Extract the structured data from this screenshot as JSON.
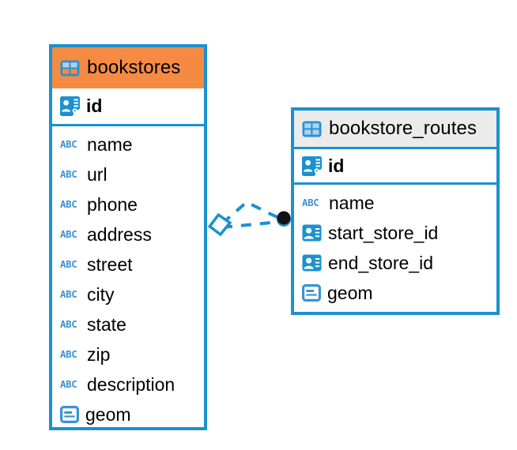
{
  "diagram": {
    "type": "entity-relationship-diagram",
    "background": "#ffffff",
    "accent_color": "#1b91d0",
    "header_highlight_color": "#f58b42",
    "header_plain_color": "#ebebeb",
    "connector_color": "#1b91d0"
  },
  "entities": [
    {
      "name": "bookstores",
      "header_style": "orange",
      "icon": "table-icon",
      "primary_key": {
        "label": "id",
        "icon": "primary-key-icon"
      },
      "fields": [
        {
          "label": "name",
          "icon": "abc-icon"
        },
        {
          "label": "url",
          "icon": "abc-icon"
        },
        {
          "label": "phone",
          "icon": "abc-icon"
        },
        {
          "label": "address",
          "icon": "abc-icon"
        },
        {
          "label": "street",
          "icon": "abc-icon"
        },
        {
          "label": "city",
          "icon": "abc-icon"
        },
        {
          "label": "state",
          "icon": "abc-icon"
        },
        {
          "label": "zip",
          "icon": "abc-icon"
        },
        {
          "label": "description",
          "icon": "abc-icon"
        },
        {
          "label": "geom",
          "icon": "geometry-icon"
        }
      ]
    },
    {
      "name": "bookstore_routes",
      "header_style": "grey",
      "icon": "table-icon",
      "primary_key": {
        "label": "id",
        "icon": "primary-key-icon"
      },
      "fields": [
        {
          "label": "name",
          "icon": "abc-icon"
        },
        {
          "label": "start_store_id",
          "icon": "foreign-key-icon"
        },
        {
          "label": "end_store_id",
          "icon": "foreign-key-icon"
        },
        {
          "label": "geom",
          "icon": "geometry-icon"
        }
      ]
    }
  ],
  "relationship": {
    "from_entity": "bookstores",
    "to_entity": "bookstore_routes",
    "from_marker": "diamond-marker",
    "to_marker": "filled-circle-marker",
    "line_style": "dashed"
  }
}
